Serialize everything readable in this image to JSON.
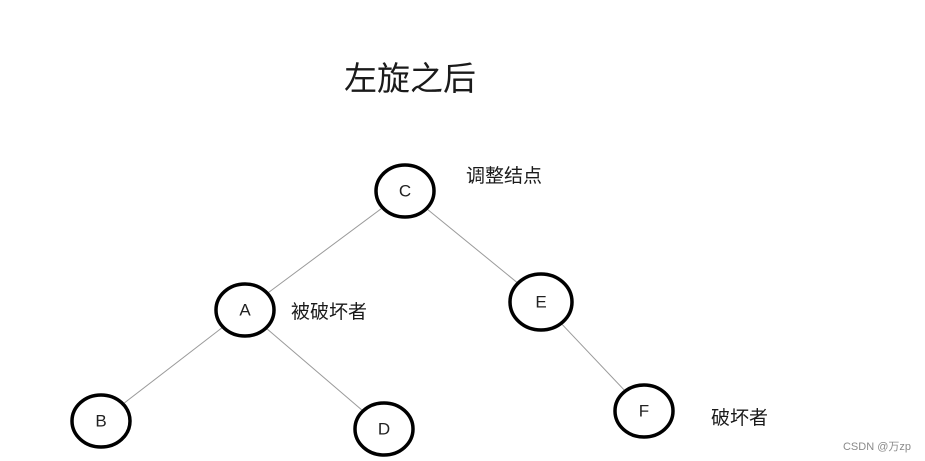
{
  "title": "左旋之后",
  "nodes": [
    {
      "id": "C",
      "label": "C"
    },
    {
      "id": "A",
      "label": "A"
    },
    {
      "id": "E",
      "label": "E"
    },
    {
      "id": "B",
      "label": "B"
    },
    {
      "id": "D",
      "label": "D"
    },
    {
      "id": "F",
      "label": "F"
    }
  ],
  "edges": [
    {
      "from": "C",
      "to": "A"
    },
    {
      "from": "C",
      "to": "E"
    },
    {
      "from": "A",
      "to": "B"
    },
    {
      "from": "A",
      "to": "D"
    },
    {
      "from": "E",
      "to": "F"
    }
  ],
  "annotations": {
    "adjust_node": "调整结点",
    "breaker_a": "被破坏者",
    "breaker_f": "破坏者"
  },
  "watermark": "CSDN @万zp"
}
